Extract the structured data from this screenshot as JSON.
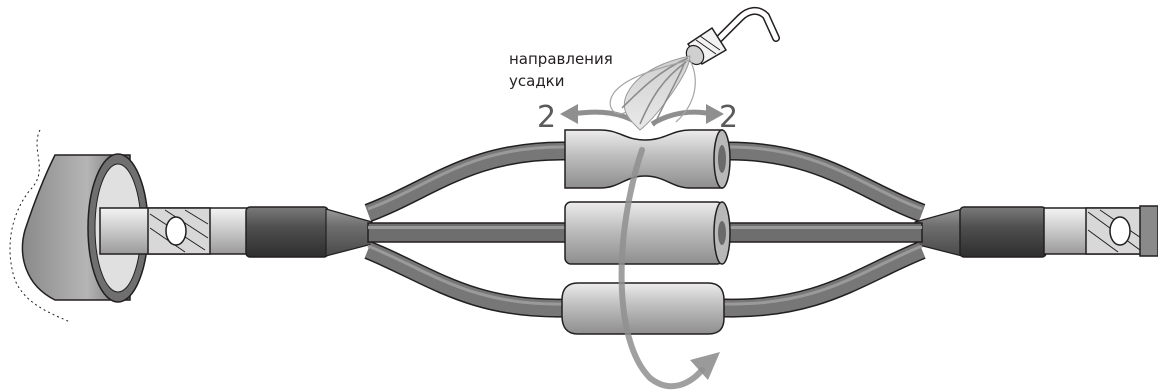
{
  "caption": {
    "line1": "направления",
    "line2": "усадки"
  },
  "direction_markers": {
    "left": "2",
    "right": "2"
  },
  "colors": {
    "cable_dark": "#5f5f5f",
    "cable_mid": "#8a8a8a",
    "sleeve_light": "#c9c9c9",
    "arrow_gray": "#8f8f8f",
    "outline": "#231f20"
  }
}
